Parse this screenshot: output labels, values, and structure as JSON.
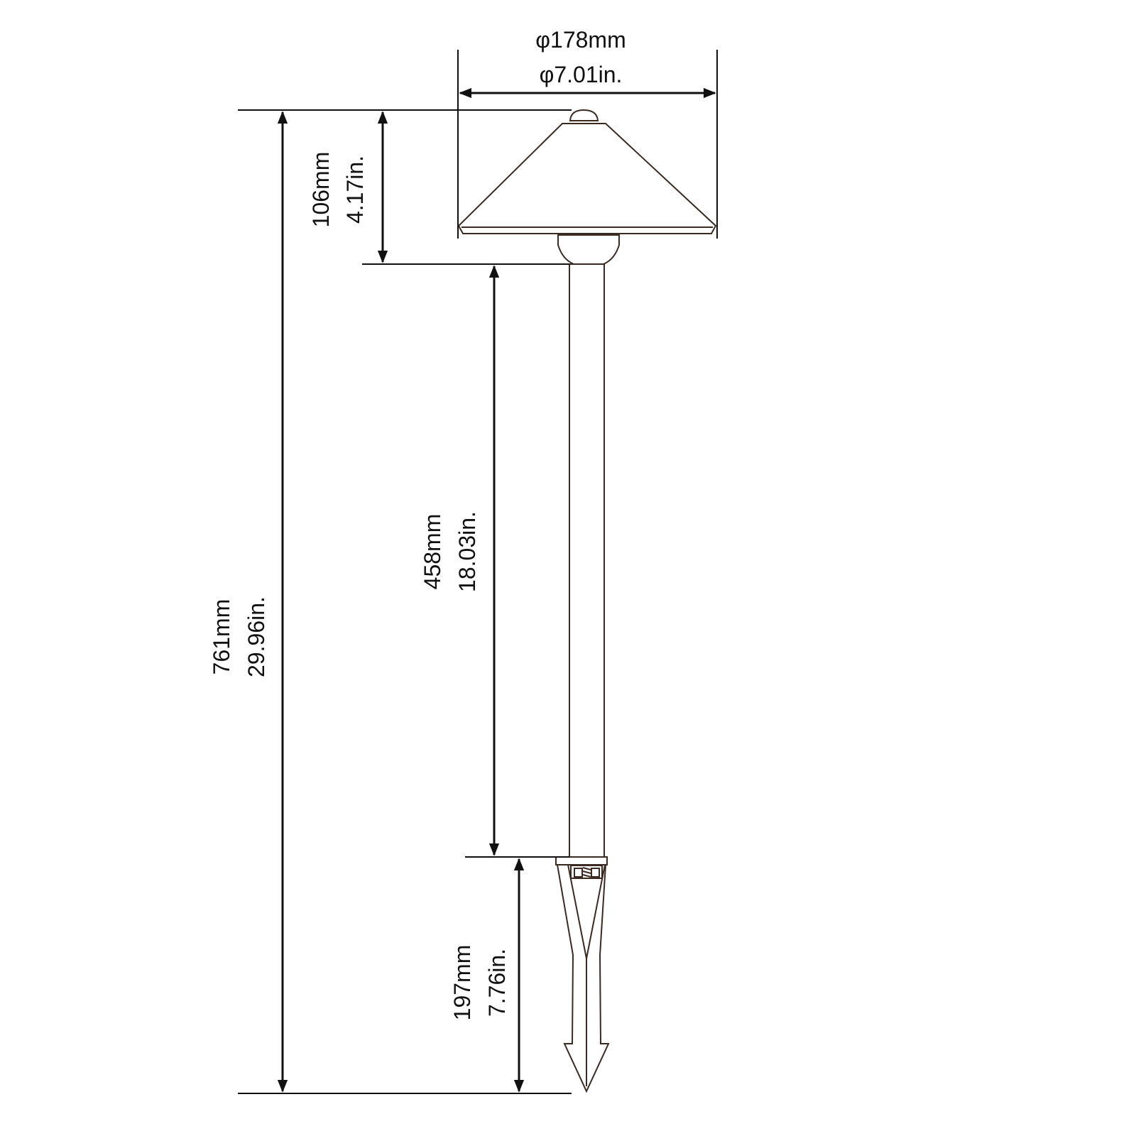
{
  "dimensions": {
    "diameter": {
      "mm": "φ178mm",
      "in": "φ7.01in."
    },
    "head_height": {
      "mm": "106mm",
      "in": "4.17in."
    },
    "pole_length": {
      "mm": "458mm",
      "in": "18.03in."
    },
    "stake_length": {
      "mm": "197mm",
      "in": "7.76in."
    },
    "total_height": {
      "mm": "761mm",
      "in": "29.96in."
    }
  }
}
